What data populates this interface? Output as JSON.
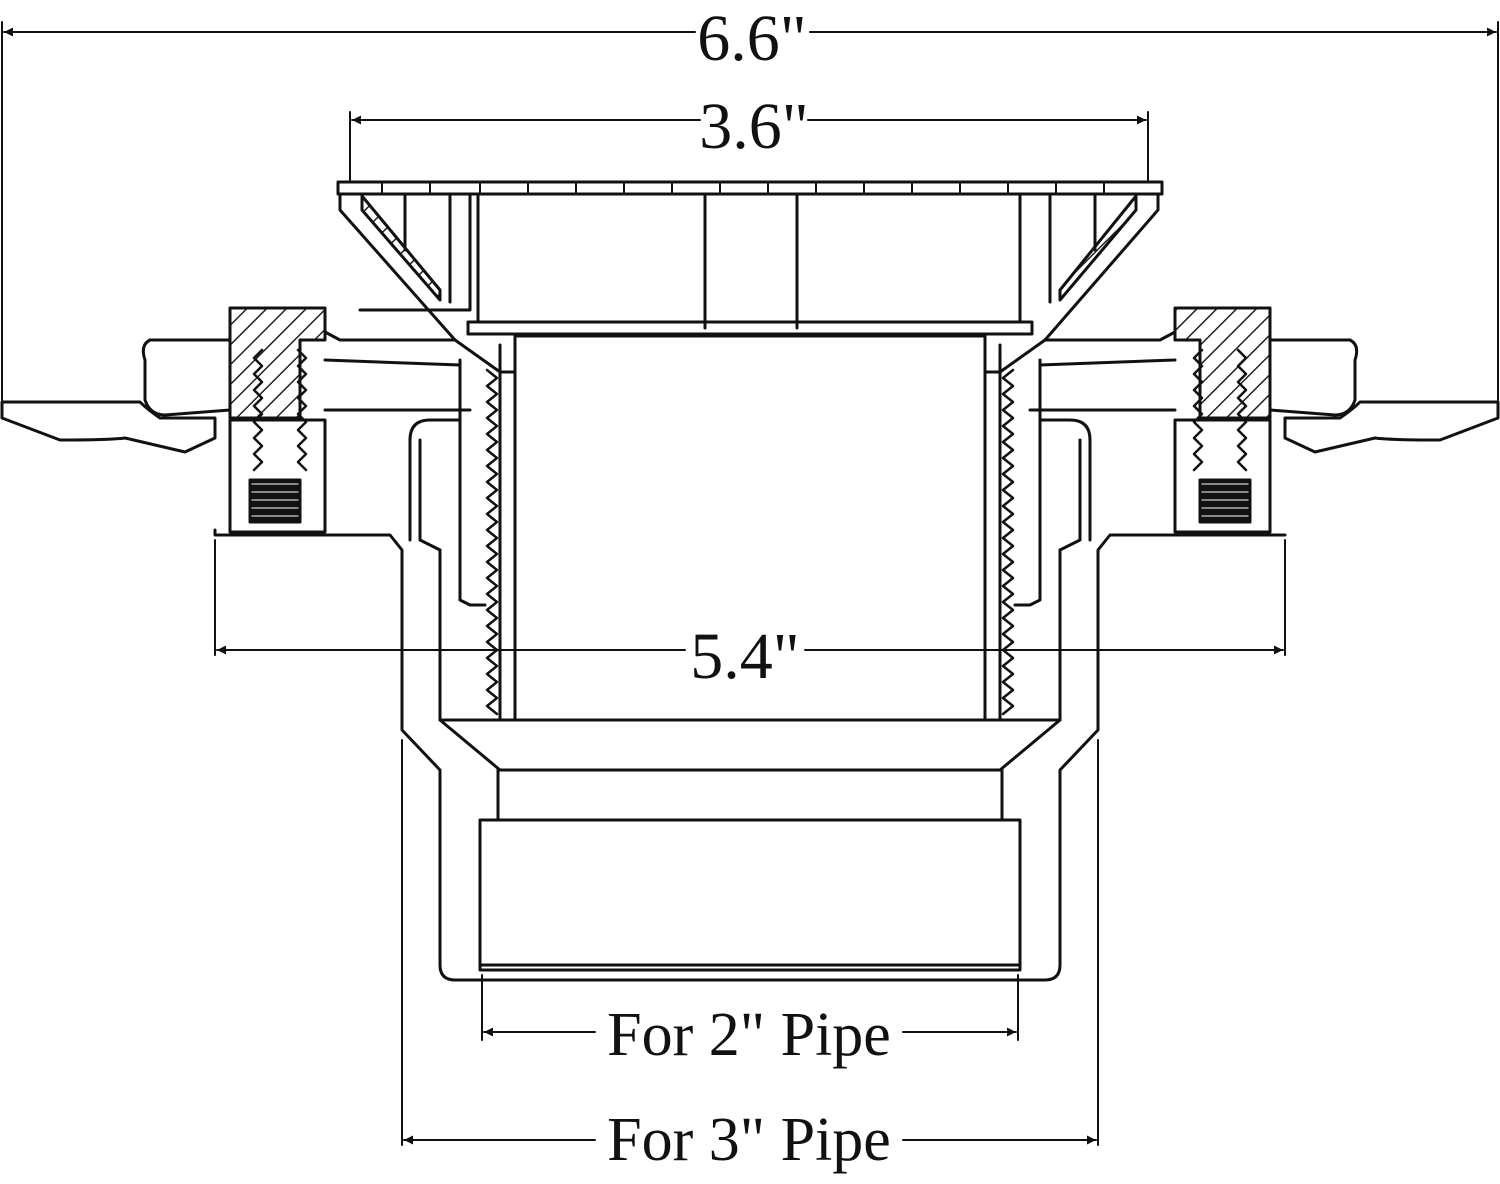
{
  "dimensions": {
    "overall_width": "6.6\"",
    "grate_width": "3.6\"",
    "flange_width": "5.4\"",
    "inner_pipe": "For 2\" Pipe",
    "outer_pipe": "For 3\" Pipe"
  },
  "colors": {
    "line": "#111111",
    "hatch": "#222222",
    "background": "#ffffff"
  }
}
